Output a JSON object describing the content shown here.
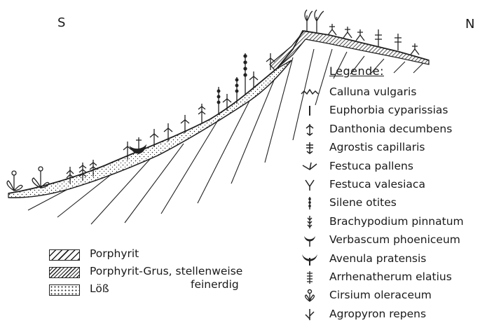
{
  "directions": {
    "south": "S",
    "north": "N"
  },
  "legend": {
    "title": "Legende:",
    "species": [
      {
        "name": "Calluna vulgaris",
        "icon": "calluna-icon"
      },
      {
        "name": "Euphorbia cyparissias",
        "icon": "euphorbia-icon"
      },
      {
        "name": "Danthonia decumbens",
        "icon": "danthonia-icon"
      },
      {
        "name": "Agrostis capillaris",
        "icon": "agrostis-icon"
      },
      {
        "name": "Festuca pallens",
        "icon": "festuca-pallens-icon"
      },
      {
        "name": "Festuca valesiaca",
        "icon": "festuca-valesiaca-icon"
      },
      {
        "name": "Silene otites",
        "icon": "silene-icon"
      },
      {
        "name": "Brachypodium pinnatum",
        "icon": "brachypodium-icon"
      },
      {
        "name": "Verbascum phoeniceum",
        "icon": "verbascum-icon"
      },
      {
        "name": "Avenula pratensis",
        "icon": "avenula-icon"
      },
      {
        "name": "Arrhenatherum elatius",
        "icon": "arrhenatherum-icon"
      },
      {
        "name": "Cirsium oleraceum",
        "icon": "cirsium-icon"
      },
      {
        "name": "Agropyron repens",
        "icon": "agropyron-icon"
      }
    ],
    "substrates": [
      {
        "label": "Porphyrit",
        "pattern": "diagonal-hatch"
      },
      {
        "label": "Porphyrit-Grus, stellenweise",
        "pattern": "dense-hatch"
      },
      {
        "label": "Löß",
        "pattern": "dots"
      }
    ],
    "substrate_continuation": "feinerdig"
  }
}
